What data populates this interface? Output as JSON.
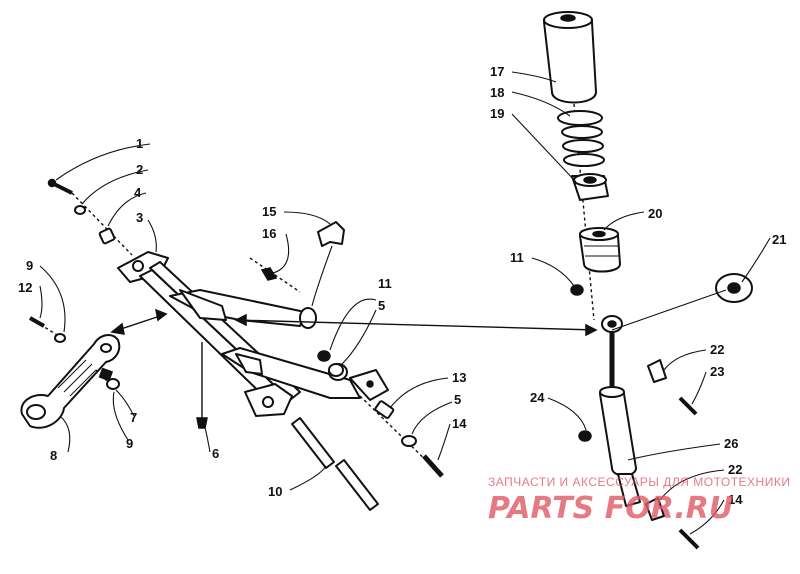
{
  "diagram": {
    "callouts": [
      "1",
      "2",
      "4",
      "3",
      "9",
      "12",
      "7",
      "9",
      "8",
      "15",
      "16",
      "6",
      "10",
      "11",
      "5",
      "13",
      "5",
      "14",
      "17",
      "18",
      "19",
      "20",
      "11",
      "21",
      "22",
      "23",
      "24",
      "26",
      "22",
      "14"
    ]
  },
  "watermark": {
    "caption": "ЗАПЧАСТИ И АКСЕССУАРЫ ДЛЯ МОТОТЕХНИКИ",
    "brand": "PARTS FOR.RU",
    "color": "#e05a66"
  }
}
